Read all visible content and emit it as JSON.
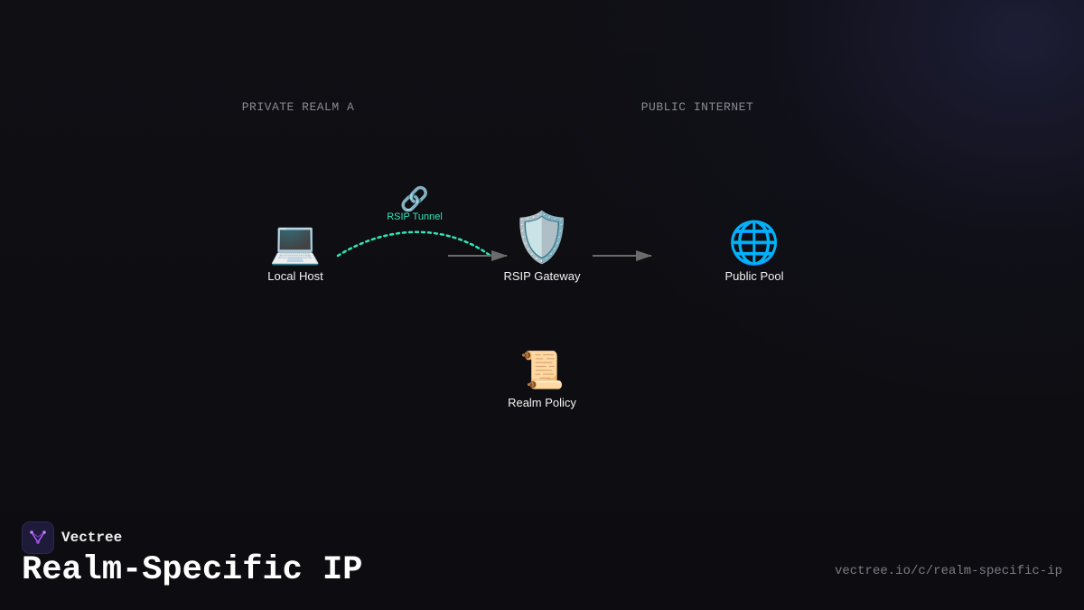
{
  "zones": {
    "private": "PRIVATE REALM A",
    "public": "PUBLIC INTERNET"
  },
  "nodes": {
    "local_host": {
      "icon": "laptop-icon",
      "glyph": "💻",
      "label": "Local Host"
    },
    "gateway": {
      "icon": "shield-icon",
      "glyph": "🛡️",
      "label": "RSIP Gateway"
    },
    "public_pool": {
      "icon": "globe-icon",
      "glyph": "🌐",
      "label": "Public Pool"
    },
    "realm_policy": {
      "icon": "scroll-icon",
      "glyph": "📜",
      "label": "Realm Policy"
    }
  },
  "tunnel": {
    "icon": "link-icon",
    "glyph": "🔗",
    "label": "RSIP Tunnel"
  },
  "brand": {
    "name": "Vectree"
  },
  "title": "Realm-Specific IP",
  "url": "vectree.io/c/realm-specific-ip",
  "colors": {
    "background": "#0f0f14",
    "tunnel": "#2ee6b5",
    "arrow": "#6b6b6b",
    "zone_label": "#8a8a92"
  }
}
